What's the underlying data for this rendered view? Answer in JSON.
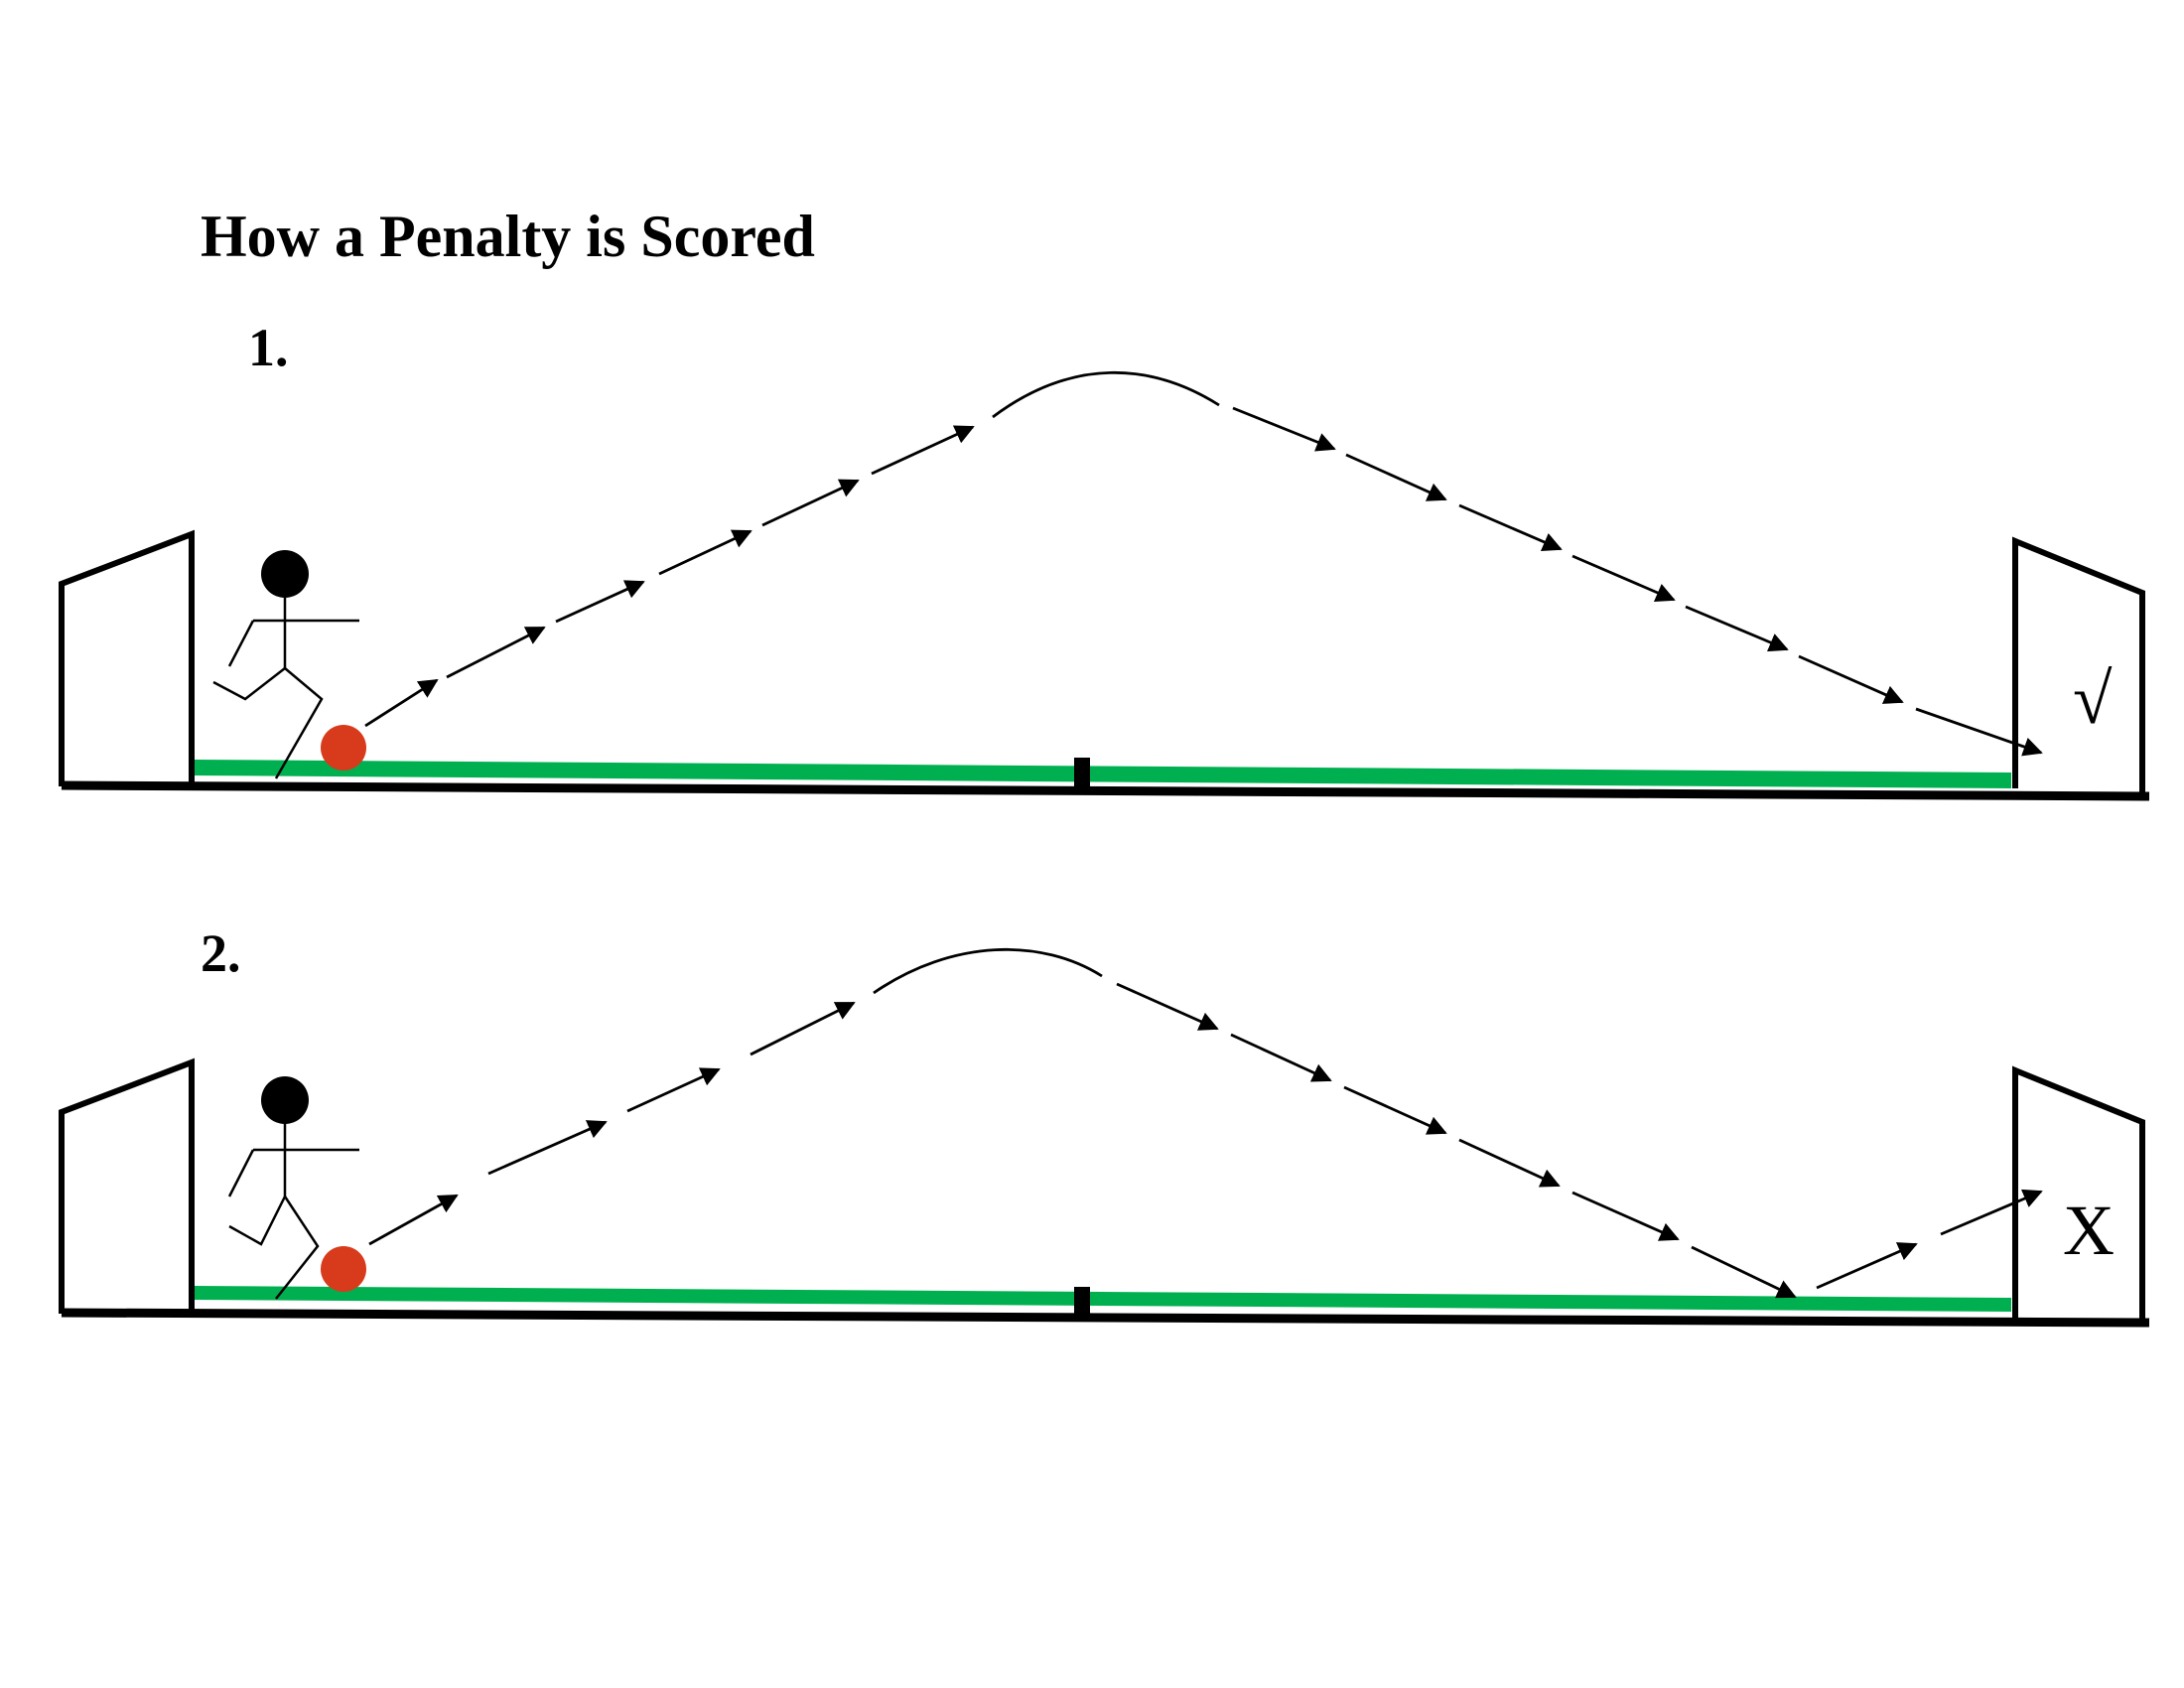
{
  "title": "How a Penalty is Scored",
  "colors": {
    "grass": "#00b050",
    "ball": "#d83a1c",
    "ink": "#000000",
    "background": "#ffffff"
  },
  "icons": {
    "player": "stick-figure-player-icon",
    "ball": "ball-icon",
    "goal": "goal-icon",
    "scored_mark": "check-mark-icon",
    "missed_mark": "cross-mark-icon"
  },
  "scenarios": [
    {
      "label": "1.",
      "result": "scored",
      "result_mark": "√"
    },
    {
      "label": "2.",
      "result": "missed",
      "result_mark": "X"
    }
  ]
}
